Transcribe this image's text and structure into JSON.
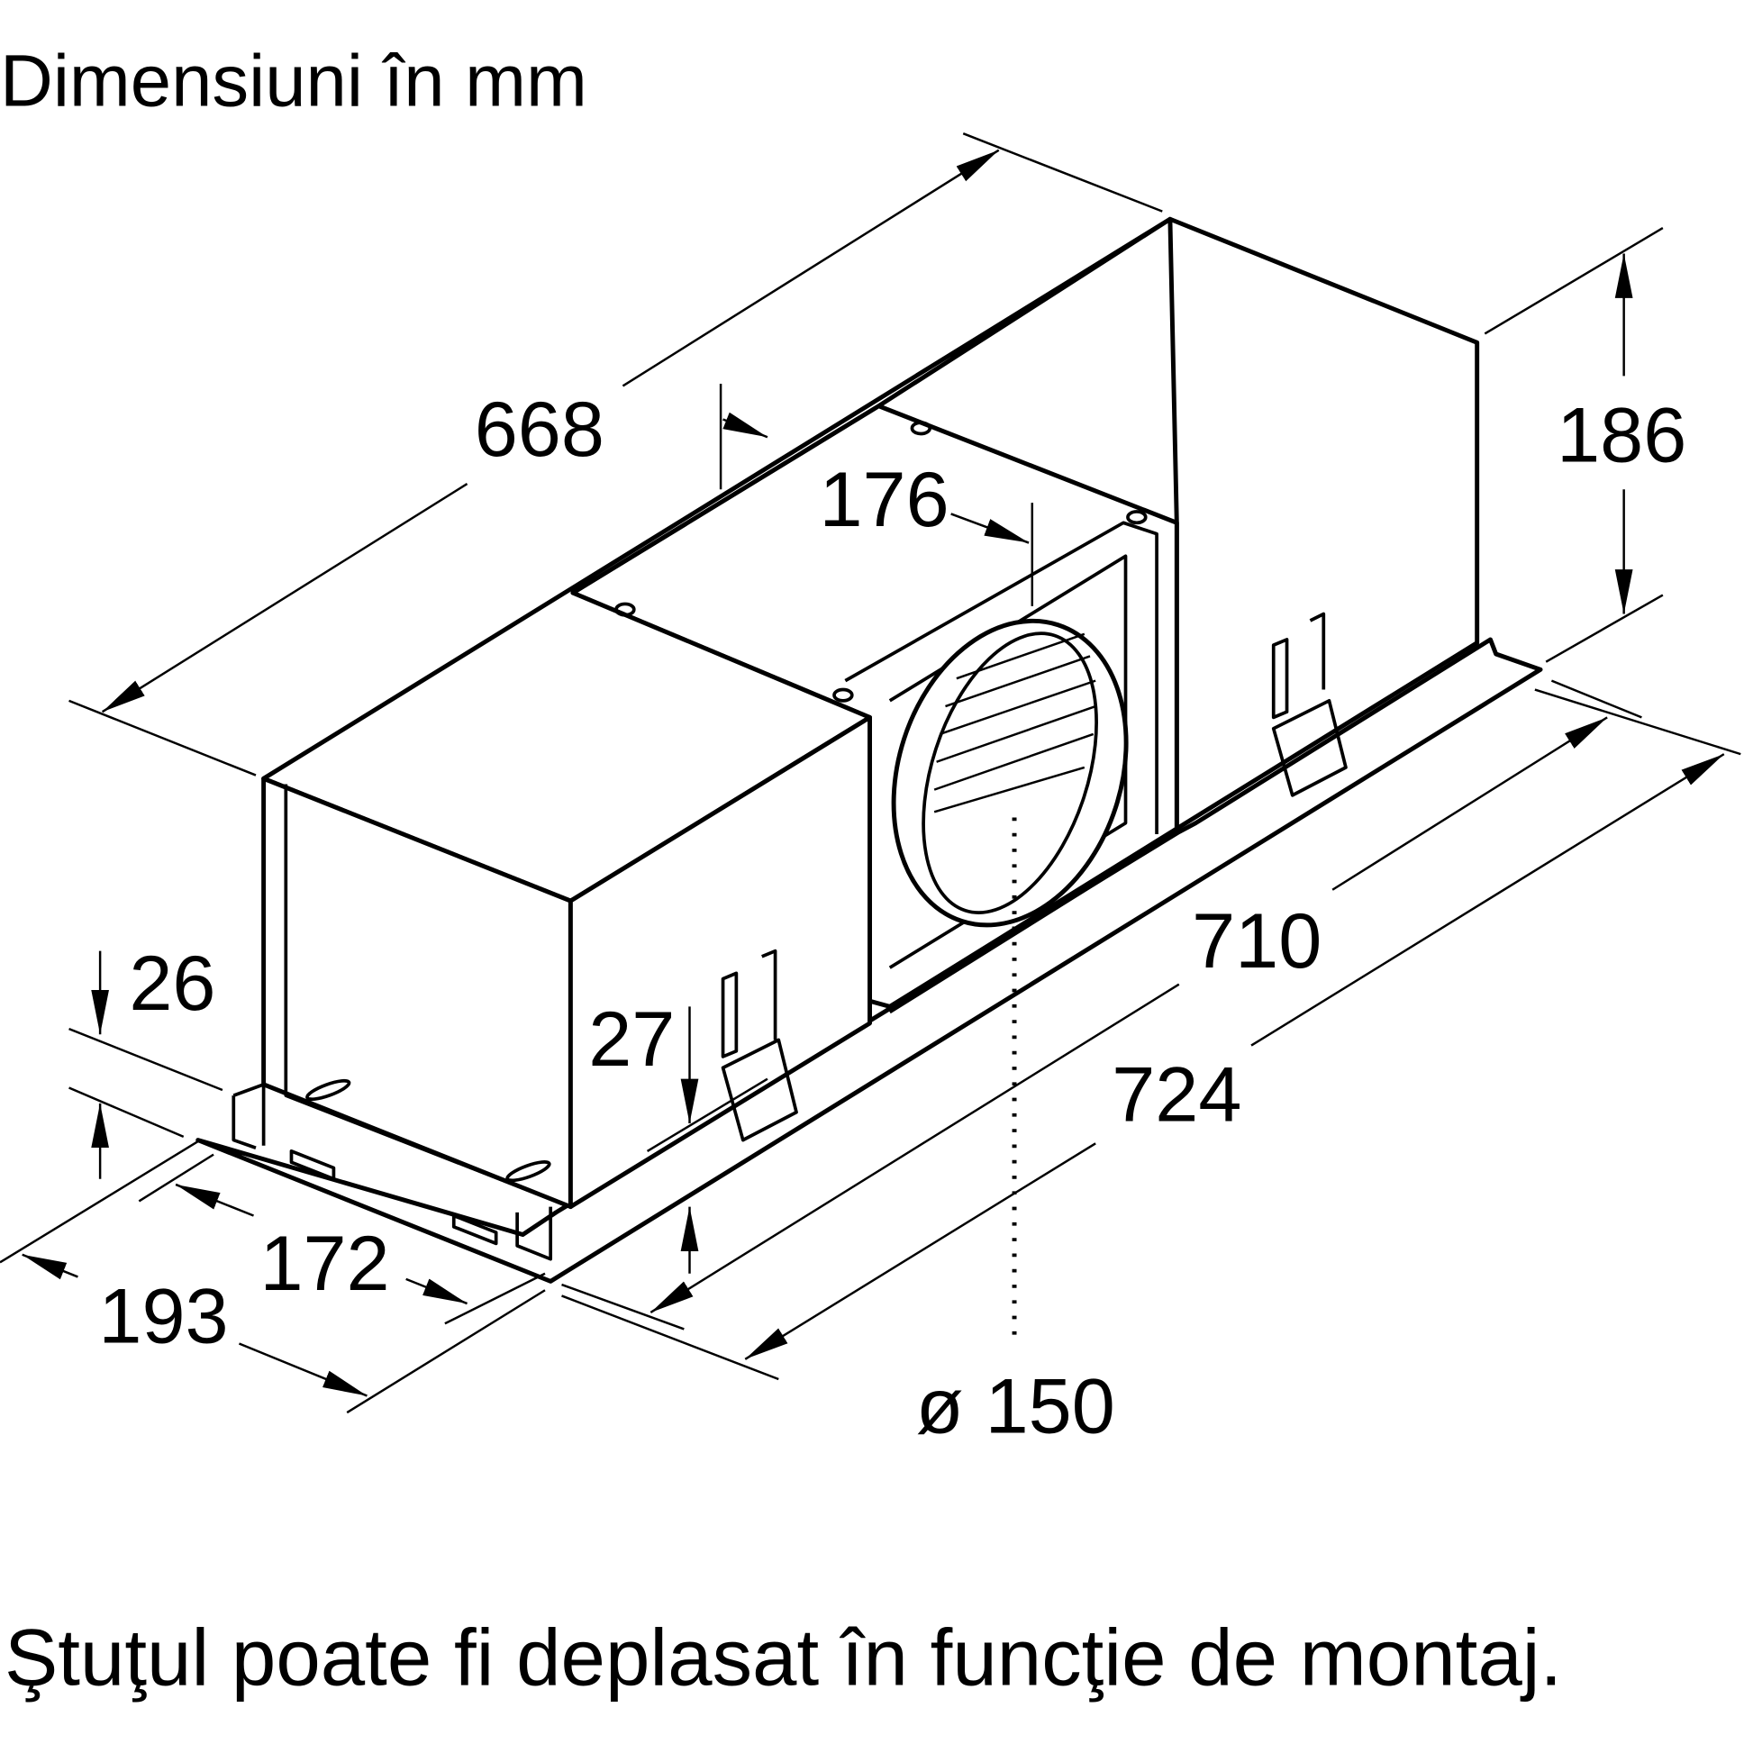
{
  "title": "Dimensiuni în mm",
  "footnote": "Ştuţul poate fi deplasat în funcţie de montaj.",
  "dimensions": {
    "width_top": "668",
    "outlet_offset": "176",
    "height": "186",
    "length_inner": "710",
    "length_outer": "724",
    "flange_left": "26",
    "flange_right": "27",
    "depth_inner": "172",
    "depth_outer": "193",
    "outlet_diameter": "ø 150"
  }
}
